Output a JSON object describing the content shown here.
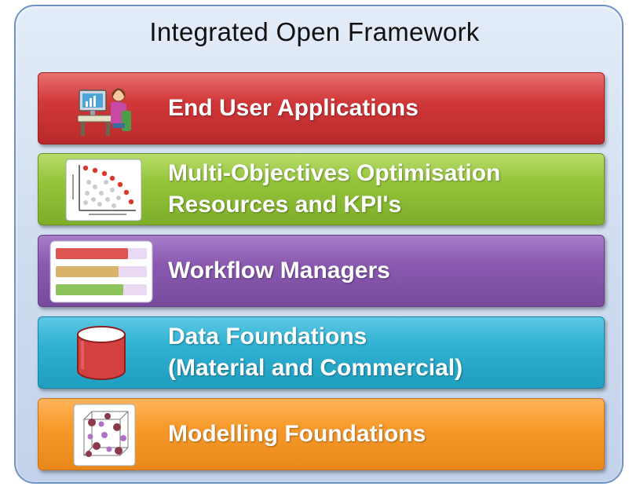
{
  "title": "Integrated Open Framework",
  "layers": [
    {
      "name": "end-user-applications",
      "lines": [
        "End User Applications"
      ],
      "color": "#d2383a",
      "icon": "person-at-computer-icon"
    },
    {
      "name": "multi-objectives-optimisation",
      "lines": [
        "Multi-Objectives Optimisation",
        "Resources and KPI's"
      ],
      "color": "#93c43a",
      "icon": "scatter-plot-icon"
    },
    {
      "name": "workflow-managers",
      "lines": [
        "Workflow Managers"
      ],
      "color": "#8a5ab0",
      "icon": "gantt-bars-icon"
    },
    {
      "name": "data-foundations",
      "lines": [
        "Data Foundations",
        "(Material and Commercial)"
      ],
      "color": "#2fb1d3",
      "icon": "database-cylinder-icon"
    },
    {
      "name": "modelling-foundations",
      "lines": [
        "Modelling Foundations"
      ],
      "color": "#f79a2b",
      "icon": "molecular-lattice-icon"
    }
  ]
}
